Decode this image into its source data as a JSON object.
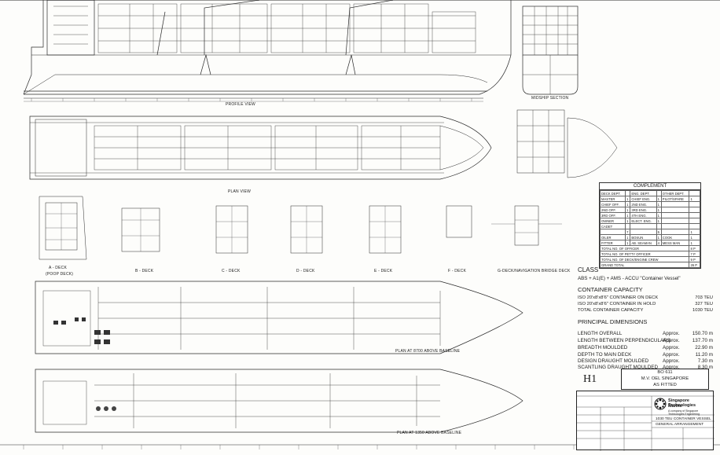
{
  "views": {
    "profile": "PROFILE VIEW",
    "plan": "PLAN VIEW",
    "midship": "MIDSHIP SECTION",
    "a_deck": "A - DECK",
    "poop_deck": "(POOP DECK)",
    "b_deck": "B - DECK",
    "c_deck": "C - DECK",
    "d_deck": "D - DECK",
    "e_deck": "E - DECK",
    "f_deck": "F - DECK",
    "g_deck": "G-DECK/NAVIGATION BRIDGE DECK",
    "plan_8700": "PLAN AT 8700 ABOVE BASELINE",
    "plan_1350": "PLAN AT 1350 ABOVE BASELINE"
  },
  "complement": {
    "title": "COMPLEMENT",
    "headers": [
      "DECK DEPT.",
      "",
      "ENG. DEPT.",
      "",
      "OTHER DEPT.",
      ""
    ],
    "rows": [
      [
        "MASTER",
        "1",
        "CHIEF ENG.",
        "1",
        "PILOT/SPARE",
        "1"
      ],
      [
        "CHIEF OFF.",
        "1",
        "2ND ENG.",
        "1",
        "",
        ""
      ],
      [
        "2ND OFF.",
        "1",
        "3RD ENG.",
        "1",
        "",
        ""
      ],
      [
        "3RD OFF.",
        "1",
        "4TH ENG.",
        "1",
        "",
        ""
      ],
      [
        "OWNER",
        "1",
        "ELECT. ENG.",
        "1",
        "",
        ""
      ],
      [
        "CADET",
        "",
        "",
        "",
        "",
        ""
      ],
      [
        "",
        "7",
        "",
        "5",
        "",
        "1"
      ],
      [
        "OILER",
        "1",
        "BOSUN",
        "1",
        "COOK",
        "1"
      ],
      [
        "FITTER",
        "1",
        "AB. SEAMAN",
        "4",
        "MESS MAN",
        "1"
      ]
    ],
    "totals": [
      [
        "TOTAL NO. OF OFFICER",
        "8 P"
      ],
      [
        "TOTAL NO. OF PETTY OFFICER",
        "7 P"
      ],
      [
        "TOTAL NO. OF DECK/ENGINE CREW",
        "9 P"
      ],
      [
        "GRAND TOTAL",
        "26 P"
      ]
    ]
  },
  "class": {
    "title": "CLASS",
    "text": "ABS + A1(E) + AMS - ACCU \"Container Vessel\""
  },
  "container_capacity": {
    "title": "CONTAINER CAPACITY",
    "rows": [
      {
        "label": "ISO 20'x8'x8'6\"  CONTAINER ON DECK",
        "value": "703 TEU"
      },
      {
        "label": "ISO 20'x8'x8'6\"  CONTAINER IN HOLD",
        "value": "327 TEU"
      },
      {
        "label": "TOTAL CONTAINER CAPACITY",
        "value": "1030 TEU"
      }
    ]
  },
  "principal_dimensions": {
    "title": "PRINCIPAL DIMENSIONS",
    "rows": [
      {
        "label": "LENGTH OVERALL",
        "approx": "Approx.",
        "value": "150.70  m"
      },
      {
        "label": "LENGTH BETWEEN PERPENDICULARS",
        "approx": "Approx.",
        "value": "137.70  m"
      },
      {
        "label": "BREADTH MOULDED",
        "approx": "Approx.",
        "value": "22.90  m"
      },
      {
        "label": "DEPTH TO MAIN DECK",
        "approx": "Approx.",
        "value": "11.20  m"
      },
      {
        "label": "DESIGN DRAUGHT MOULDED",
        "approx": "Approx.",
        "value": "7.30  m"
      },
      {
        "label": "SCANTLING DRAUGHT MOULDED",
        "approx": "Approx.",
        "value": "8.30  m"
      }
    ]
  },
  "stamp": {
    "id": "H1",
    "line1": "BO 611",
    "line2": "M.V. OEL SINGAPORE",
    "line3": "AS FITTED"
  },
  "title_block": {
    "company1": "Singapore Technologies",
    "company2": "Marine",
    "company3": "A company of Singapore Technologies Engineering",
    "vessel": "1030 TEU CONTAINER VESSEL",
    "drawing": "GENERAL ARRANGEMENT"
  },
  "colors": {
    "line": "#2a2a2a",
    "paper": "#fdfdfb"
  }
}
